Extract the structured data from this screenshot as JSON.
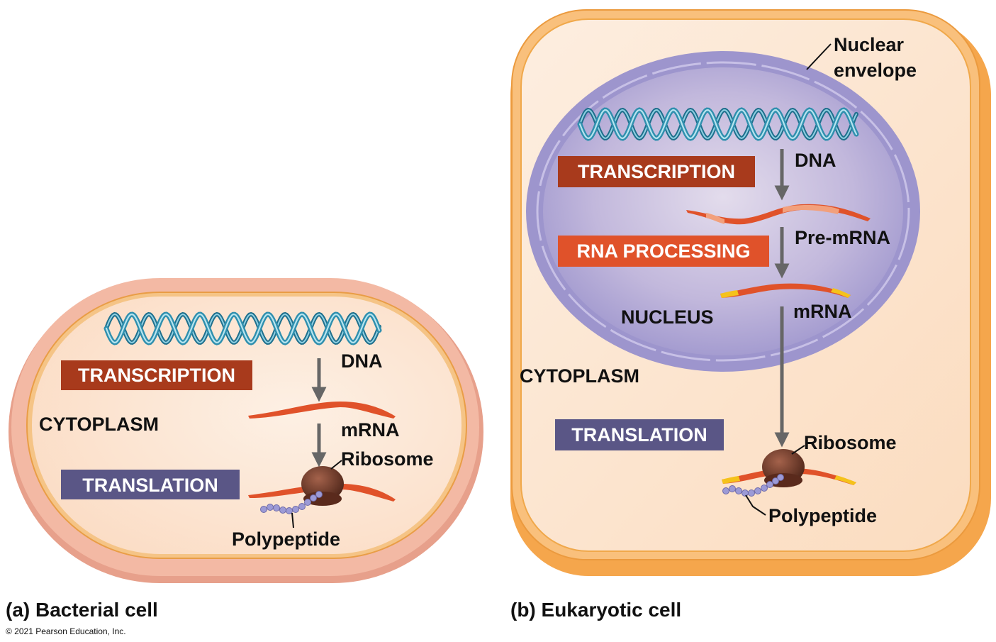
{
  "bacterial": {
    "caption": "(a) Bacterial cell",
    "labels": {
      "dna": "DNA",
      "transcription": "TRANSCRIPTION",
      "cytoplasm": "CYTOPLASM",
      "mrna": "mRNA",
      "ribosome": "Ribosome",
      "translation": "TRANSLATION",
      "polypeptide": "Polypeptide"
    }
  },
  "eukaryotic": {
    "caption": "(b) Eukaryotic cell",
    "labels": {
      "nuclear_envelope_line1": "Nuclear",
      "nuclear_envelope_line2": "envelope",
      "dna": "DNA",
      "transcription": "TRANSCRIPTION",
      "pre_mrna": "Pre-mRNA",
      "rna_processing": "RNA PROCESSING",
      "nucleus": "NUCLEUS",
      "mrna": "mRNA",
      "cytoplasm": "CYTOPLASM",
      "translation": "TRANSLATION",
      "ribosome": "Ribosome",
      "polypeptide": "Polypeptide"
    }
  },
  "copyright": "© 2021 Pearson Education, Inc.",
  "colors": {
    "transcription": "#a83a1c",
    "rna_processing": "#e0522a",
    "translation": "#5a5686",
    "mrna": "#e0522a",
    "exon_light": "#f2a07c",
    "cap_tail": "#f5c21b",
    "dna": "#2f8fae",
    "arrow": "#666666",
    "ribosome": "#6b3526",
    "polypeptide": "#9c9ad6",
    "bacterial_wall": "#eba690",
    "bacterial_interior": "#fde5d3",
    "membrane": "#f0a84a",
    "euk_cell": "#f8b25d",
    "euk_interior": "#fde6d2",
    "nucleus": "#a39cd2"
  }
}
